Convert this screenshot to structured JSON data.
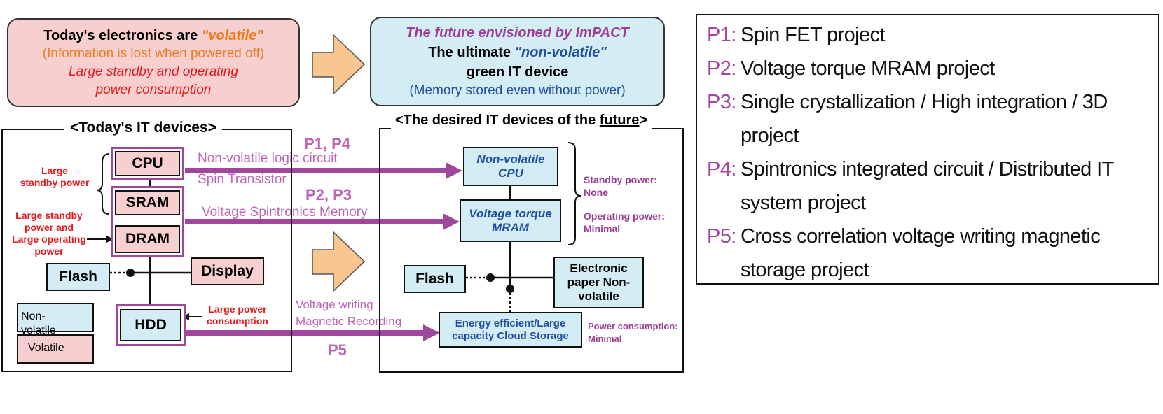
{
  "top_left": {
    "line1_prefix": "Today's electronics are ",
    "line1_volatile": "\"volatile\"",
    "line2": "(Information is lost when powered off)",
    "line3a": "Large standby and operating",
    "line3b": "power consumption"
  },
  "top_right": {
    "line1": "The future envisioned by ImPACT",
    "line2_prefix": "The ultimate ",
    "line2_nonvolatile": "\"non-volatile\"",
    "line3": "green IT device",
    "line4": "(Memory stored even without power)"
  },
  "left_panel": {
    "title": "<Today's IT devices>",
    "cpu": "CPU",
    "sram": "SRAM",
    "dram": "DRAM",
    "flash": "Flash",
    "display": "Display",
    "hdd": "HDD",
    "large_standby": [
      "Large",
      "standby power"
    ],
    "large_standby_operating": [
      "Large standby",
      "power and",
      "Large operating",
      "power"
    ],
    "large_power": [
      "Large power",
      "consumption"
    ],
    "key_nonvolatile": "Non-volatile",
    "key_volatile": "Volatile"
  },
  "right_panel": {
    "title_prefix": "<The desired IT devices of the ",
    "title_future": "future",
    "title_suffix": ">",
    "nv_cpu": [
      "Non-volatile",
      "CPU"
    ],
    "vt_mram": [
      "Voltage torque",
      "MRAM"
    ],
    "flash": "Flash",
    "epaper": [
      "Electronic",
      "paper Non-",
      "volatile"
    ],
    "cloud": [
      "Energy efficient/Large",
      "capacity Cloud Storage"
    ],
    "standby_power": [
      "Standby power:",
      "None"
    ],
    "operating_power": [
      "Operating power:",
      "Minimal"
    ],
    "power_consumption": [
      "Power consumption:",
      "Minimal"
    ]
  },
  "connections": {
    "p1p4": "P1, P4",
    "nv_logic": "Non-volatile logic circuit",
    "spin_transistor": "Spin Transistor",
    "p2p3": "P2, P3",
    "vsm": "Voltage Spintronics Memory",
    "vw": "Voltage writing",
    "mr": "Magnetic Recording",
    "p5": "P5"
  },
  "legend": [
    {
      "key": "P1:",
      "lines": [
        "Spin FET project"
      ]
    },
    {
      "key": "P2:",
      "lines": [
        "Voltage torque MRAM project"
      ]
    },
    {
      "key": "P3:",
      "lines": [
        "Single crystallization / High integration / 3D",
        "project"
      ]
    },
    {
      "key": "P4:",
      "lines": [
        "Spintronics integrated circuit / Distributed IT",
        "system project"
      ]
    },
    {
      "key": "P5:",
      "lines": [
        "Cross correlation voltage writing magnetic",
        "storage project"
      ]
    }
  ],
  "colors": {
    "magenta": "#a0479d",
    "pink_fill": "#f8cfcf",
    "blue_fill": "#d4ecf3",
    "orange_arrow": "#fac690",
    "red_text": "#e8171d",
    "orange_text": "#f07b1f",
    "blue_text": "#1f4fa3"
  }
}
